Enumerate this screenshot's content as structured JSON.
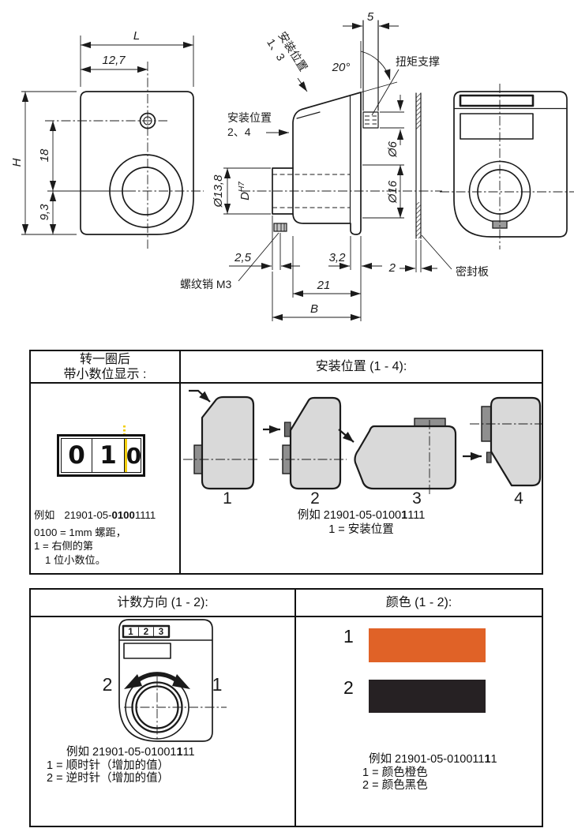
{
  "drawing": {
    "front": {
      "dim_L": "L",
      "dim_127": "12,7",
      "dim_H": "H",
      "dim_18": "18",
      "dim_93": "9,3"
    },
    "section": {
      "dim_5": "5",
      "dim_20": "20°",
      "dim_d6": "Ø6",
      "dim_d16": "Ø16",
      "dim_d138": "Ø13,8",
      "dim_D": "D",
      "dim_D_tol": "H7",
      "dim_25": "2,5",
      "dim_32": "3,2",
      "dim_2": "2",
      "dim_21": "21",
      "dim_B": "B",
      "label_pos_13_line1": "安装位置",
      "label_pos_13_line2": "1、3",
      "label_pos_24_line1": "安装位置",
      "label_pos_24_line2": "2、4",
      "label_torque_support": "扭矩支撑",
      "label_threaded_pin": "螺纹销 M3",
      "label_sealing_plate": "密封板"
    }
  },
  "decimal_section": {
    "header_line1": "转一圈后",
    "header_line2": "带小数位显示 :",
    "counter_digits": [
      "0",
      "1",
      "0"
    ],
    "decimal_mark_color": "#F2CE0D",
    "example_prefix": "例如",
    "example_code_pre": "21901-05-",
    "example_code_bold": "0100",
    "example_code_post": "1111",
    "note_line1": "0100 = 1mm 螺距，",
    "note_line2": "1 = 右侧的第",
    "note_line3": "1 位小数位。"
  },
  "mounting_section": {
    "header": "安装位置 (1 - 4):",
    "position_labels": [
      "1",
      "2",
      "3",
      "4"
    ],
    "example_line1_pre": "例如 21901-05-0100",
    "example_line1_bold": "1",
    "example_line1_post": "111",
    "example_line2": "1 = 安装位置"
  },
  "direction_section": {
    "header": "计数方向 (1 - 2):",
    "display_digits": [
      "1",
      "2",
      "3"
    ],
    "label_ccw": "2",
    "label_cw": "1",
    "example_line1_pre": "例如 21901-05-01001",
    "example_line1_bold": "1",
    "example_line1_post": "11",
    "example_line2": "1 = 顺时针（增加的值）",
    "example_line3": "2 = 逆时针（增加的值）"
  },
  "color_section": {
    "header": "颜色 (1 - 2):",
    "swatches": [
      {
        "label": "1",
        "name": "orange",
        "color": "#E06227"
      },
      {
        "label": "2",
        "name": "black",
        "color": "#262123"
      }
    ],
    "example_line1_pre": "例如 21901-05-010011",
    "example_line1_bold": "1",
    "example_line1_post": "1",
    "example_line2": "1 = 颜色橙色",
    "example_line3": "2 = 颜色黑色"
  }
}
